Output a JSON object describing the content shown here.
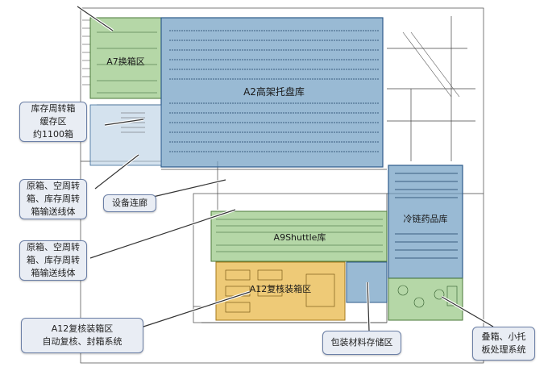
{
  "zones": {
    "a7": "A7换箱区",
    "a2": "A2高架托盘库",
    "a9": "A9Shuttle库",
    "cold": "冷链药品库",
    "a12": "A12复核装箱区"
  },
  "callouts": {
    "buffer": "库存周转箱\n缓存区\n约1100箱",
    "conveyor_upper": "原箱、空周转\n箱、库存周转\n箱输送线体",
    "corridor": "设备连廊",
    "conveyor_lower": "原箱、空周转\n箱、库存周转\n箱输送线体",
    "a12_system": "A12复核装箱区\n自动复核、封箱系统",
    "packaging": "包装材料存储区",
    "pallet": "叠箱、小托\n板处理系统"
  },
  "colors": {
    "blue_zone": "#6e9cc2",
    "green_zone": "#9cc98a",
    "yellow_zone": "#e8b84a",
    "callout_bg": "#e9edf4",
    "callout_border": "#6b7fa6",
    "line": "#333333"
  }
}
